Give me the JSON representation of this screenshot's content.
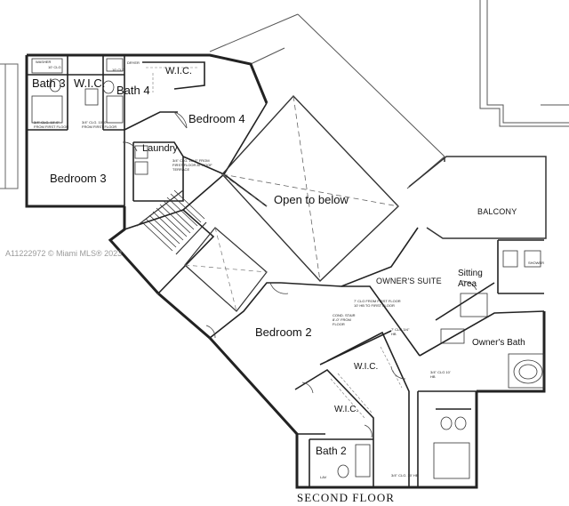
{
  "watermark": "A11222972 © Miami MLS® 2023",
  "floor_title": "SECOND FLOOR",
  "rooms": {
    "bath3": "Bath 3",
    "wic_top": "W.I.C.",
    "bath4": "Bath 4",
    "wic_upper": "W.I.C.",
    "bedroom4": "Bedroom 4",
    "bedroom3": "Bedroom 3",
    "laundry": "Laundry",
    "open_to_below": "Open to below",
    "balcony": "BALCONY",
    "owners_suite": "OWNER'S SUITE",
    "sitting_area_1": "Sitting",
    "sitting_area_2": "Area",
    "owners_bath": "Owner's Bath",
    "bedroom2": "Bedroom 2",
    "wic_owner": "W.I.C.",
    "wic_bed2": "W.I.C.",
    "bath2": "Bath 2"
  },
  "notes": {
    "washer": "WASHER",
    "dryer": "DRYER",
    "clg_a": "10' CLG",
    "clg_b": "10' CLG",
    "clg_bath3": "3/4\" CLG. 10'-0\" FROM FIRST FLOOR",
    "clg_bath4": "3/4\" CLG. 10'-0\" FROM FIRST FLOOR",
    "clg_laundry": "3/4\" CLG. 10'-0\" FROM FIRST FLOOR AT ROOF TERRACE",
    "clg_owner": "7' CLG FROM FIRST FLOOR 10' HB TO FIRST FLOOR",
    "cond_note": "COND. STAIR 8'-0\" FROM FLOOR",
    "clg_wic": "7' CLG 3/4\" HB",
    "clg_owner2": "3/4\" CLG 10' HB",
    "clg_bath2": "3/4\" CLG. 10' HB",
    "lav": "LAV",
    "shower": "SHOWER"
  }
}
